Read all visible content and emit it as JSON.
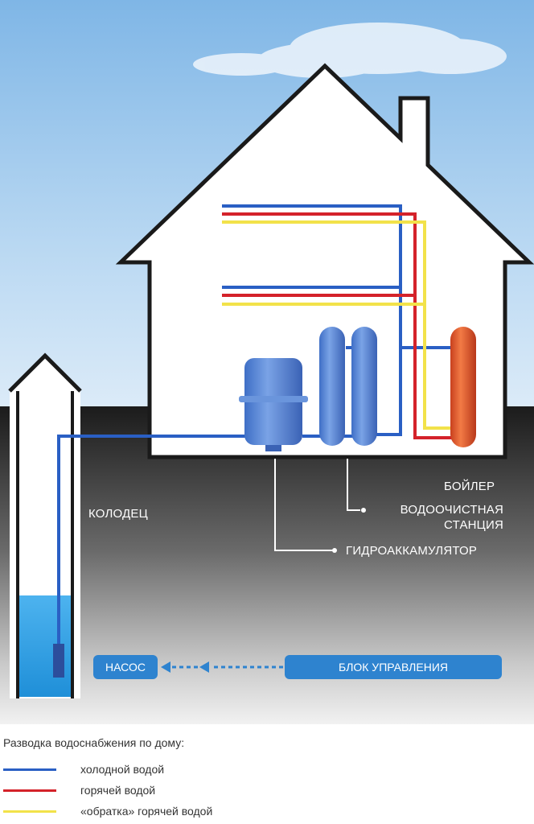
{
  "labels": {
    "well": "КОЛОДЕЦ",
    "boiler": "БОЙЛЕР",
    "purification_station": "ВОДООЧИСТНАЯ\nСТАНЦИЯ",
    "accumulator": "ГИДРОАККАМУЛЯТОР",
    "pump": "НАСОС",
    "control_unit": "БЛОК УПРАВЛЕНИЯ"
  },
  "legend": {
    "title": "Разводка водоснабжения по дому:",
    "items": [
      {
        "label": "холодной водой",
        "color": "#2a5fc4"
      },
      {
        "label": "горячей водой",
        "color": "#d4222a"
      },
      {
        "label": "«обратка» горячей водой",
        "color": "#f2e24a"
      }
    ]
  },
  "colors": {
    "cold_pipe": "#2a5fc4",
    "hot_pipe": "#d4222a",
    "return_pipe": "#f2e24a",
    "ground": "#1e1e1e",
    "water": "#3aa6e6",
    "tank": "#5286d8",
    "boiler": "#e05a2a",
    "label_box": "#2e83cf"
  }
}
